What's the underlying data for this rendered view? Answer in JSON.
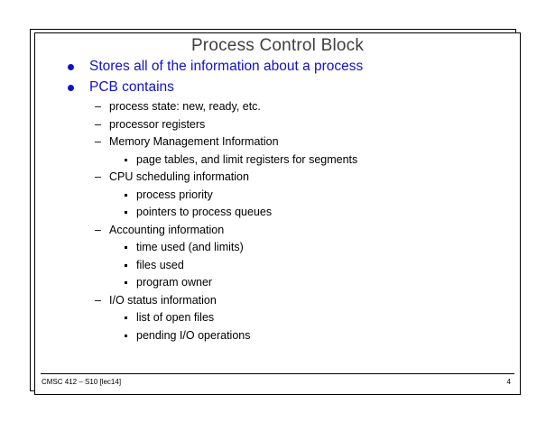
{
  "slide": {
    "title": "Process Control Block",
    "bullets": [
      {
        "level": 1,
        "marker": "disc-bullet",
        "text": "Stores all of the information about a process"
      },
      {
        "level": 1,
        "marker": "disc-bullet",
        "text": "PCB contains"
      },
      {
        "level": 2,
        "marker": "dash-bullet",
        "marker_glyph": "–",
        "text": "process state: new, ready, etc."
      },
      {
        "level": 2,
        "marker": "dash-bullet",
        "marker_glyph": "–",
        "text": "processor registers"
      },
      {
        "level": 2,
        "marker": "dash-bullet",
        "marker_glyph": "–",
        "text": "Memory Management Information"
      },
      {
        "level": 3,
        "marker": "dot-bullet",
        "text": "page tables, and limit registers for segments"
      },
      {
        "level": 2,
        "marker": "dash-bullet",
        "marker_glyph": "–",
        "text": "CPU scheduling information"
      },
      {
        "level": 3,
        "marker": "dot-bullet",
        "text": "process priority"
      },
      {
        "level": 3,
        "marker": "dot-bullet",
        "text": "pointers to process queues"
      },
      {
        "level": 2,
        "marker": "dash-bullet",
        "marker_glyph": "–",
        "text": "Accounting information"
      },
      {
        "level": 3,
        "marker": "dot-bullet",
        "text": "time used (and limits)"
      },
      {
        "level": 3,
        "marker": "dot-bullet",
        "text": "files used"
      },
      {
        "level": 3,
        "marker": "dot-bullet",
        "text": "program owner"
      },
      {
        "level": 2,
        "marker": "dash-bullet",
        "marker_glyph": "–",
        "text": "I/O status information"
      },
      {
        "level": 3,
        "marker": "dot-bullet",
        "text": "list of open files"
      },
      {
        "level": 3,
        "marker": "dot-bullet",
        "text": "pending I/O operations"
      }
    ],
    "footer": {
      "course": "CMSC 412 – S10  [lec14]",
      "page_number": "4"
    },
    "colors": {
      "title": "#404040",
      "level1_text": "#1111cc",
      "body_text": "#000000",
      "background": "#ffffff",
      "frame": "#000000"
    }
  }
}
